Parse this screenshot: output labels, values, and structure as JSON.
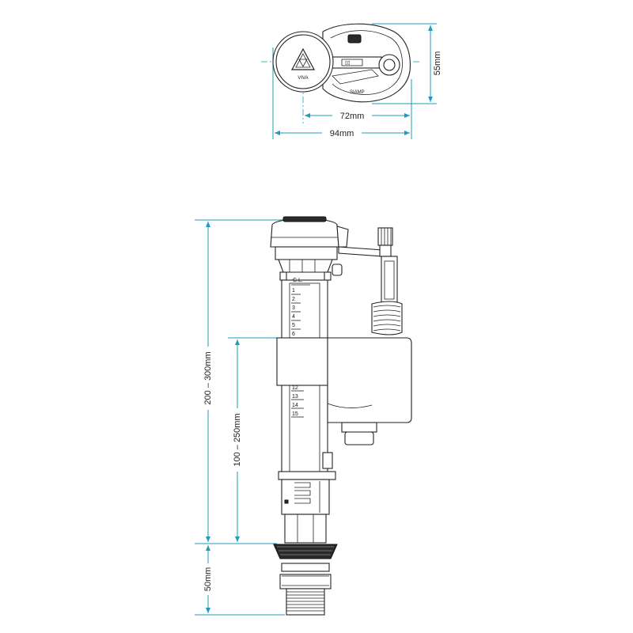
{
  "top_view": {
    "dim_height_label": "55mm",
    "dim_inner_width_label": "72mm",
    "dim_outer_width_label": "94mm",
    "brand_mark": "VIVA",
    "part_text": "SIAMP"
  },
  "side_view": {
    "dim_total_label": "200 – 300mm",
    "dim_adjust_label": "100 – 250mm",
    "dim_shank_label": "50mm",
    "cl_label": "C.L.",
    "scale_marks": [
      "1",
      "2",
      "3",
      "4",
      "5",
      "6"
    ],
    "scale_marks_lower": [
      "12",
      "13",
      "14",
      "15"
    ]
  },
  "colors": {
    "dimension": "#1e9bbd",
    "outline": "#222222"
  }
}
